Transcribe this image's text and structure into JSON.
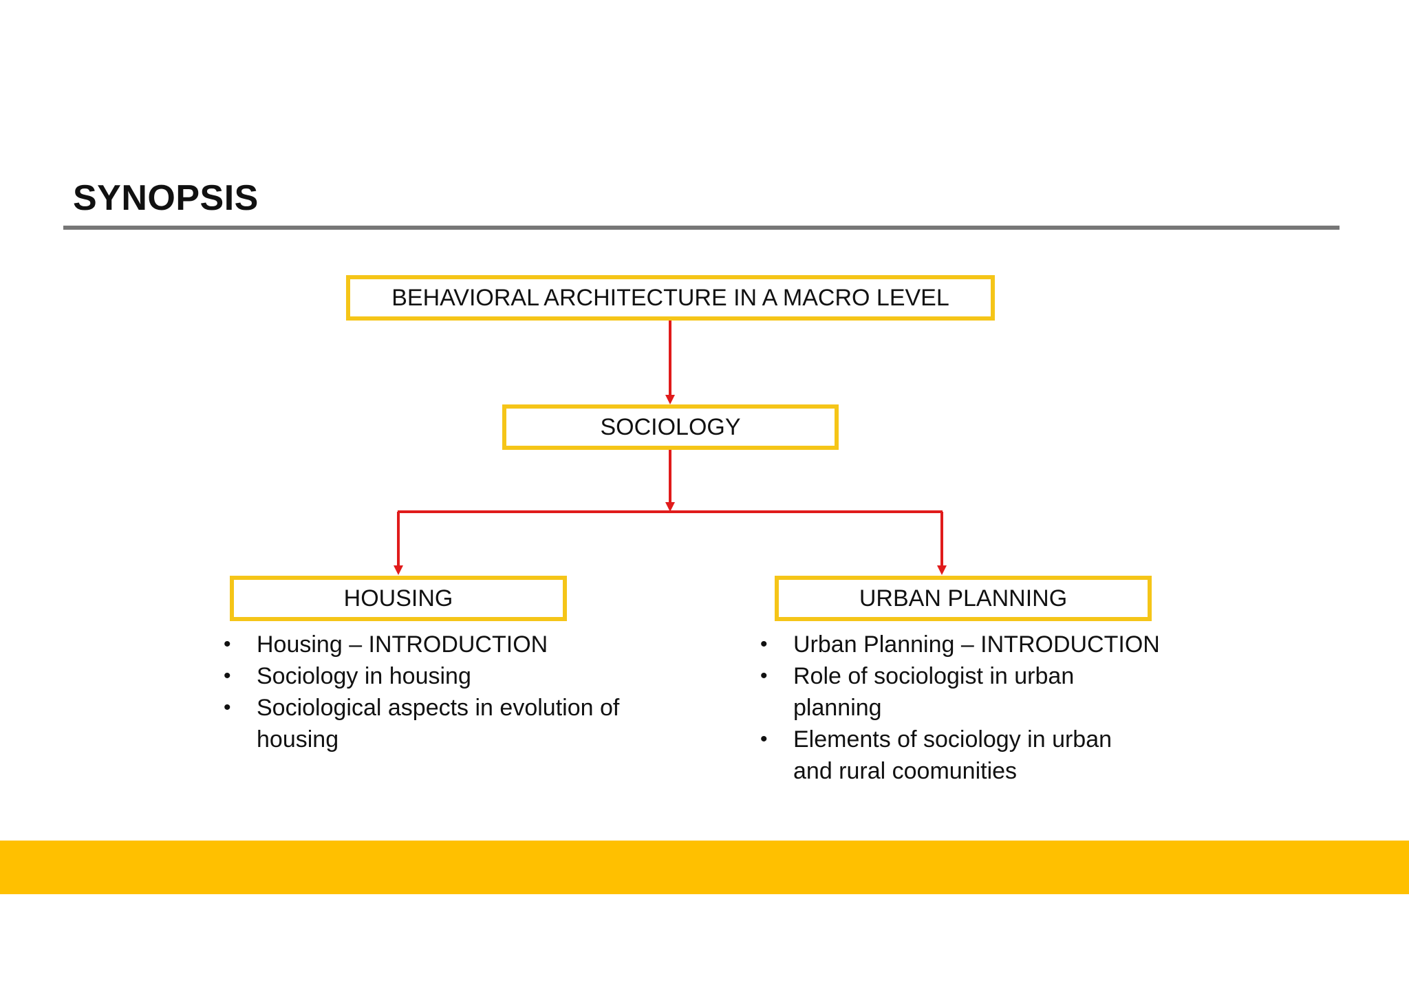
{
  "title": "SYNOPSIS",
  "colors": {
    "box_border": "#F5C518",
    "connector": "#E01B1B",
    "title_rule": "#777777",
    "footer_band": "#FFC000"
  },
  "diagram": {
    "root": {
      "label": "BEHAVIORAL ARCHITECTURE IN A MACRO LEVEL"
    },
    "middle": {
      "label": "SOCIOLOGY"
    },
    "branches": [
      {
        "label": "HOUSING",
        "items": [
          "Housing – INTRODUCTION",
          "Sociology in housing",
          "Sociological aspects in evolution of housing"
        ]
      },
      {
        "label": "URBAN PLANNING",
        "items": [
          "Urban Planning – INTRODUCTION",
          "Role of sociologist in urban planning",
          "Elements of sociology in urban and rural coomunities"
        ]
      }
    ]
  }
}
